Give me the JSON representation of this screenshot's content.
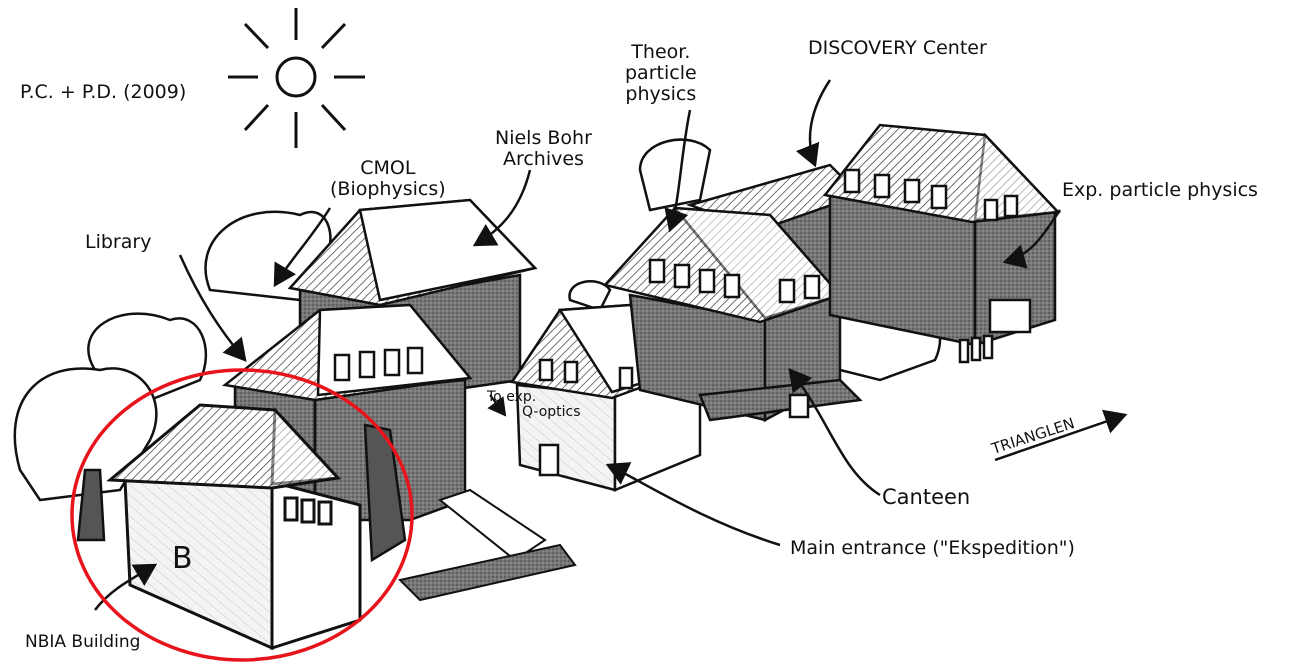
{
  "credit": "P.C. + P.D. (2009)",
  "labels": {
    "theor": [
      "Theor.",
      "particle",
      "physics"
    ],
    "discovery": "DISCOVERY Center",
    "archives": [
      "Niels Bohr",
      "Archives"
    ],
    "cmol": [
      "CMOL",
      "(Biophysics)"
    ],
    "library": "Library",
    "exp_particle": "Exp. particle physics",
    "qoptics": [
      "To exp.",
      "Q-optics"
    ],
    "trianglen": "TRIANGLEN",
    "canteen": "Canteen",
    "main_entrance": "Main entrance (\"Ekspedition\")",
    "nbia": "NBIA Building",
    "building_letter": "B"
  },
  "colors": {
    "highlight": "#e8141b",
    "ink": "#111111",
    "shade": "#6e6e6e"
  }
}
